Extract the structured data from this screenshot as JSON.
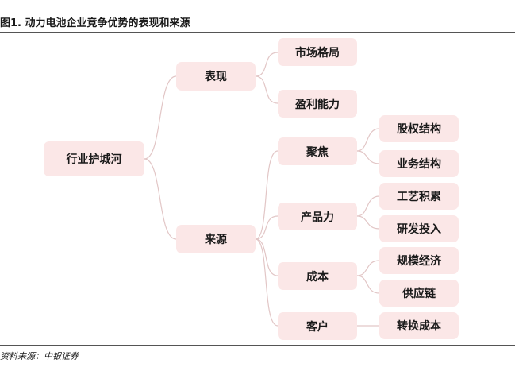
{
  "title": "图1. 动力电池企业竞争优势的表现和来源",
  "source": "资料来源：中银证券",
  "diagram": {
    "root": "行业护城河",
    "performance": {
      "label": "表现",
      "items": [
        "市场格局",
        "盈利能力"
      ]
    },
    "origin": {
      "label": "来源",
      "items": [
        {
          "label": "聚焦",
          "children": [
            "股权结构",
            "业务结构"
          ]
        },
        {
          "label": "产品力",
          "children": [
            "工艺积累",
            "研发投入"
          ]
        },
        {
          "label": "成本",
          "children": [
            "规模经济",
            "供应链"
          ]
        },
        {
          "label": "客户",
          "children": [
            "转换成本"
          ]
        }
      ]
    }
  },
  "colors": {
    "node_fill": "#fbe7e7",
    "connector": "#e2c6c6",
    "rule": "#555555"
  }
}
